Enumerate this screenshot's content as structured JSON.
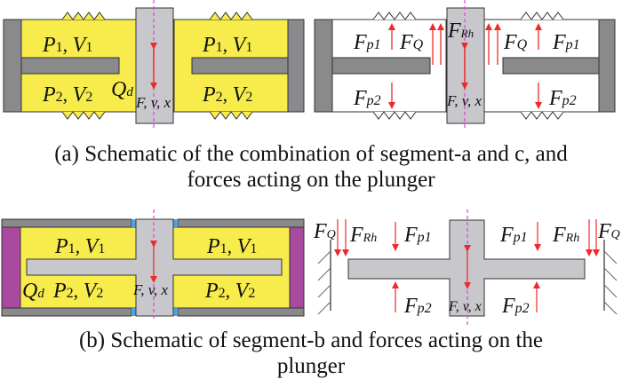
{
  "colors": {
    "fluid": "#f7ec4c",
    "housing": "#8a8a8c",
    "plunger": "#c8c8cc",
    "seal": "#a94a9e",
    "gap": "#4ea3dc",
    "force_arrow": "#ee2a2a",
    "axis": "#e040e0",
    "outline": "#333333"
  },
  "panel_a": {
    "left": {
      "chamber1": {
        "P": "P",
        "P_sub": "1",
        "V": "V",
        "V_sub": "1"
      },
      "chamber2": {
        "P": "P",
        "P_sub": "2",
        "V": "V",
        "V_sub": "2"
      },
      "leak": {
        "Q": "Q",
        "Q_sub": "d"
      },
      "plunger_motion": "F, v, x"
    },
    "right": {
      "Fp1": {
        "F": "F",
        "sub": "p1"
      },
      "Fp2": {
        "F": "F",
        "sub": "p2"
      },
      "FQ": {
        "F": "F",
        "sub": "Q"
      },
      "FRh": {
        "F": "F",
        "sub": "Rh"
      },
      "plunger_motion": "F, v, x"
    },
    "caption_line1": "(a) Schematic of the combination of segment-a and c, and",
    "caption_line2": "forces acting on the plunger"
  },
  "panel_b": {
    "left": {
      "chamber1": {
        "P": "P",
        "P_sub": "1",
        "V": "V",
        "V_sub": "1"
      },
      "chamber2": {
        "P": "P",
        "P_sub": "2",
        "V": "V",
        "V_sub": "2"
      },
      "leak": {
        "Q": "Q",
        "Q_sub": "d"
      },
      "plunger_motion": "F, v, x"
    },
    "right": {
      "Fp1": {
        "F": "F",
        "sub": "p1"
      },
      "Fp2": {
        "F": "F",
        "sub": "p2"
      },
      "FQ": {
        "F": "F",
        "sub": "Q"
      },
      "FRh": {
        "F": "F",
        "sub": "Rh"
      },
      "plunger_motion": "F, v, x"
    },
    "caption_line1": "(b) Schematic of segment-b and forces acting on the",
    "caption_line2": "plunger"
  }
}
